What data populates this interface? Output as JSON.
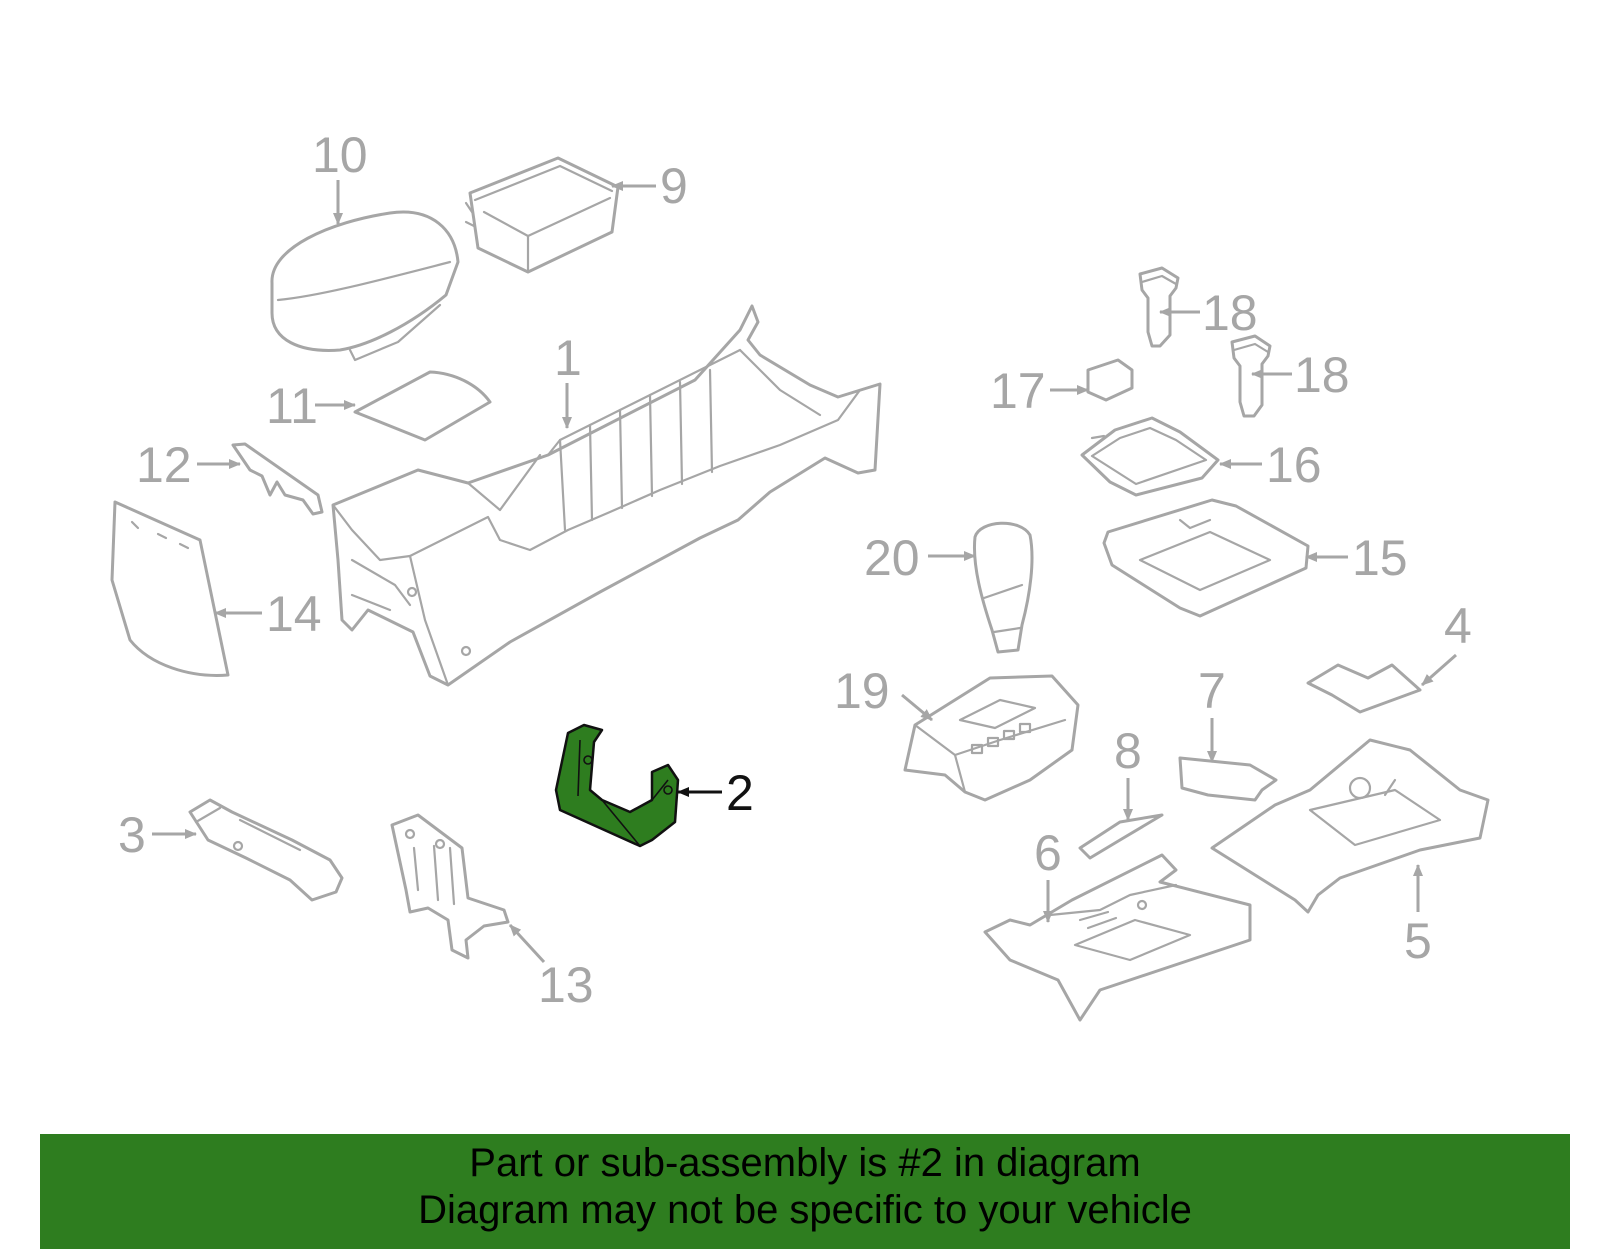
{
  "colors": {
    "part_outline": "#a6a6a6",
    "highlight_fill": "#2e7d1f",
    "highlight_outline": "#111111",
    "banner_background": "#2e7d1f",
    "banner_text": "#000000"
  },
  "highlighted_part": "2",
  "callouts": {
    "p1": "1",
    "p2": "2",
    "p3": "3",
    "p4": "4",
    "p5": "5",
    "p6": "6",
    "p7": "7",
    "p8": "8",
    "p9": "9",
    "p10": "10",
    "p11": "11",
    "p12": "12",
    "p13": "13",
    "p14": "14",
    "p15": "15",
    "p16": "16",
    "p17": "17",
    "p18a": "18",
    "p18b": "18",
    "p19": "19",
    "p20": "20"
  },
  "banner": {
    "line1": "Part or sub-assembly is #2 in diagram",
    "line2": "Diagram may not be specific to your vehicle"
  }
}
